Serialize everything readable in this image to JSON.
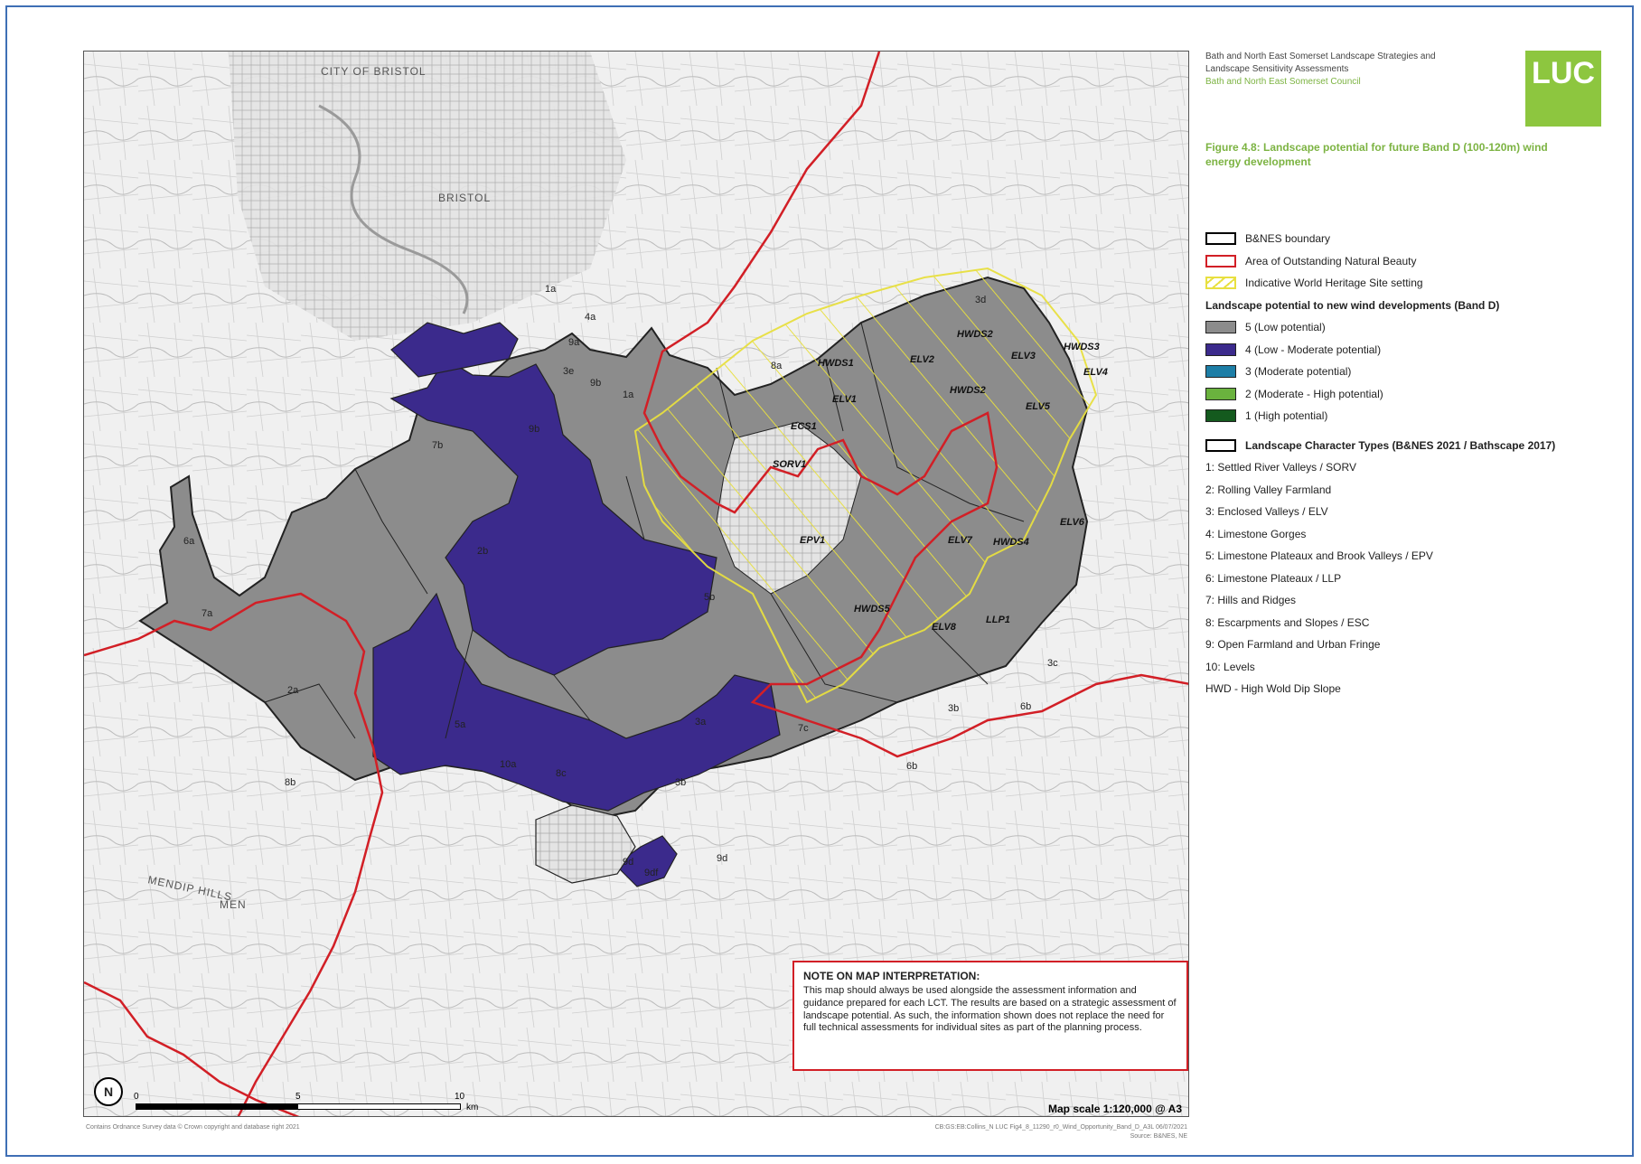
{
  "header": {
    "org_line1": "Bath and North East Somerset Landscape Strategies and",
    "org_line2": "Landscape Sensitivity Assessments",
    "client": "Bath and North East Somerset Council",
    "logo": "LUC",
    "figure_title": "Figure 4.8: Landscape potential for future Band D (100-120m) wind energy development"
  },
  "legend": {
    "boundaries": [
      {
        "label": "B&NES boundary",
        "color": "#000000"
      },
      {
        "label": "Area of Outstanding Natural Beauty",
        "color": "#d21f26"
      },
      {
        "label": "Indicative World Heritage Site setting",
        "color": "#e8e040"
      }
    ],
    "potential_heading": "Landscape potential to new wind developments (Band D)",
    "potential": [
      {
        "label": "5 (Low potential)",
        "color": "#8c8c8c"
      },
      {
        "label": "4 (Low - Moderate potential)",
        "color": "#3b2a8c"
      },
      {
        "label": "3 (Moderate potential)",
        "color": "#1d7ea6"
      },
      {
        "label": "2 (Moderate - High potential)",
        "color": "#6ab23e"
      },
      {
        "label": "1 (High potential)",
        "color": "#145a1e"
      }
    ],
    "lct_heading": "Landscape Character Types (B&NES 2021 / Bathscape 2017)",
    "lct": [
      "1: Settled River Valleys / SORV",
      "2: Rolling Valley Farmland",
      "3: Enclosed Valleys / ELV",
      "4: Limestone Gorges",
      "5: Limestone Plateaux and Brook Valleys / EPV",
      "6: Limestone Plateaux / LLP",
      "7: Hills and Ridges",
      "8: Escarpments and Slopes / ESC",
      "9: Open Farmland and Urban Fringe",
      "10: Levels",
      "HWD - High Wold Dip Slope"
    ]
  },
  "map": {
    "place_names": [
      "CITY OF BRISTOL",
      "BRISTOL",
      "MENDIP HILLS",
      "MEN"
    ],
    "area_labels": [
      "1a",
      "1a",
      "2a",
      "2b",
      "3a",
      "3b",
      "3b",
      "3c",
      "3d",
      "3e",
      "4a",
      "5a",
      "5b",
      "6a",
      "6b",
      "6b",
      "7a",
      "7b",
      "7c",
      "8a",
      "8b",
      "8c",
      "9a",
      "9b",
      "9b",
      "9d",
      "9d",
      "9df",
      "10a"
    ],
    "char_labels": [
      "HWDS1",
      "HWDS2",
      "HWDS2",
      "HWDS3",
      "HWDS4",
      "HWDS5",
      "ELV1",
      "ELV2",
      "ELV3",
      "ELV4",
      "ELV5",
      "ELV6",
      "ELV7",
      "ELV8",
      "ECS1",
      "SORV1",
      "EPV1",
      "LLP1"
    ]
  },
  "scale": {
    "start": "0",
    "mid": "5",
    "end": "10",
    "unit": "km",
    "map_scale": "Map scale 1:120,000 @ A3",
    "north": "N"
  },
  "note": {
    "title": "NOTE ON MAP INTERPRETATION:",
    "body": "This map should always be used alongside the assessment information and guidance prepared for each LCT. The results are based on a strategic assessment of landscape potential. As such, the information shown does not replace the need for full technical assessments for individual sites as part of the planning process."
  },
  "credits": {
    "left": "Contains Ordnance Survey data © Crown copyright and database right 2021",
    "right1": "CB:GS:EB:Collins_N LUC Fig4_8_11290_r0_Wind_Opportunity_Band_D_A3L 06/07/2021",
    "right2": "Source: B&NES, NE"
  }
}
